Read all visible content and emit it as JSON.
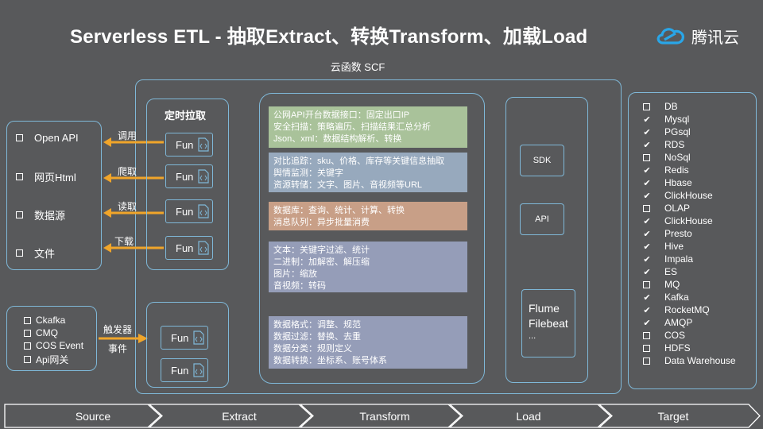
{
  "title": "Serverless ETL - 抽取Extract、转换Transform、加载Load",
  "brand": {
    "name": "腾讯云",
    "icon": "tencent-cloud-logo-icon"
  },
  "scf_label": "云函数 SCF",
  "sources": [
    {
      "label": "Open API",
      "arrow": "调用"
    },
    {
      "label": "网页Html",
      "arrow": "爬取"
    },
    {
      "label": "数据源",
      "arrow": "读取"
    },
    {
      "label": "文件",
      "arrow": "下载"
    }
  ],
  "triggers": {
    "items": [
      "Ckafka",
      "CMQ",
      "COS Event",
      "Api网关"
    ],
    "arrow_label_1": "触发器",
    "arrow_label_2": "事件"
  },
  "extract": {
    "scheduled_title": "定时拉取",
    "fun_label": "Fun"
  },
  "transform": [
    {
      "lines": [
        "公网API开台数据接口：固定出口IP",
        "安全扫描：策略遍历、扫描结果汇总分析",
        "Json、xml：数据结构解析、转换"
      ],
      "color": "#a9c29a"
    },
    {
      "lines": [
        "对比追踪：sku、价格、库存等关键信息抽取",
        "舆情监测：关键字",
        "资源转储：文字、图片、音视频等URL"
      ],
      "color": "#97a9bd"
    },
    {
      "lines": [
        "数据库：查询、统计、计算、转换",
        "消息队列：异步批量消费"
      ],
      "color": "#c89f87"
    },
    {
      "lines": [
        "文本：关键字过滤、统计",
        "二进制：加解密、解压缩",
        "图片：缩放",
        "音视频：转码"
      ],
      "color": "#959db8"
    },
    {
      "lines": [
        "数据格式：调整、规范",
        "数据过滤：替换、去重",
        "数据分类：规则定义",
        "数据转换：坐标系、账号体系"
      ],
      "color": "#959db8"
    }
  ],
  "load": {
    "sdk": "SDK",
    "api": "API",
    "tools": [
      "Flume",
      "Filebeat",
      "..."
    ]
  },
  "targets": [
    {
      "label": "DB",
      "mark": "box"
    },
    {
      "label": "Mysql",
      "mark": "check"
    },
    {
      "label": "PGsql",
      "mark": "check"
    },
    {
      "label": "RDS",
      "mark": "check"
    },
    {
      "label": "NoSql",
      "mark": "box"
    },
    {
      "label": "Redis",
      "mark": "check"
    },
    {
      "label": "Hbase",
      "mark": "check"
    },
    {
      "label": "ClickHouse",
      "mark": "check"
    },
    {
      "label": "OLAP",
      "mark": "box"
    },
    {
      "label": "ClickHouse",
      "mark": "check"
    },
    {
      "label": "Presto",
      "mark": "check"
    },
    {
      "label": "Hive",
      "mark": "check"
    },
    {
      "label": "Impala",
      "mark": "check"
    },
    {
      "label": "ES",
      "mark": "check"
    },
    {
      "label": "MQ",
      "mark": "box"
    },
    {
      "label": "Kafka",
      "mark": "check"
    },
    {
      "label": "RocketMQ",
      "mark": "check"
    },
    {
      "label": "AMQP",
      "mark": "check"
    },
    {
      "label": "COS",
      "mark": "box"
    },
    {
      "label": "HDFS",
      "mark": "box"
    },
    {
      "label": "Data Warehouse",
      "mark": "box"
    }
  ],
  "stages": [
    "Source",
    "Extract",
    "Transform",
    "Load",
    "Target"
  ],
  "colors": {
    "background": "#58595b",
    "border": "#7fb8d8",
    "arrow": "#f0a52a"
  }
}
